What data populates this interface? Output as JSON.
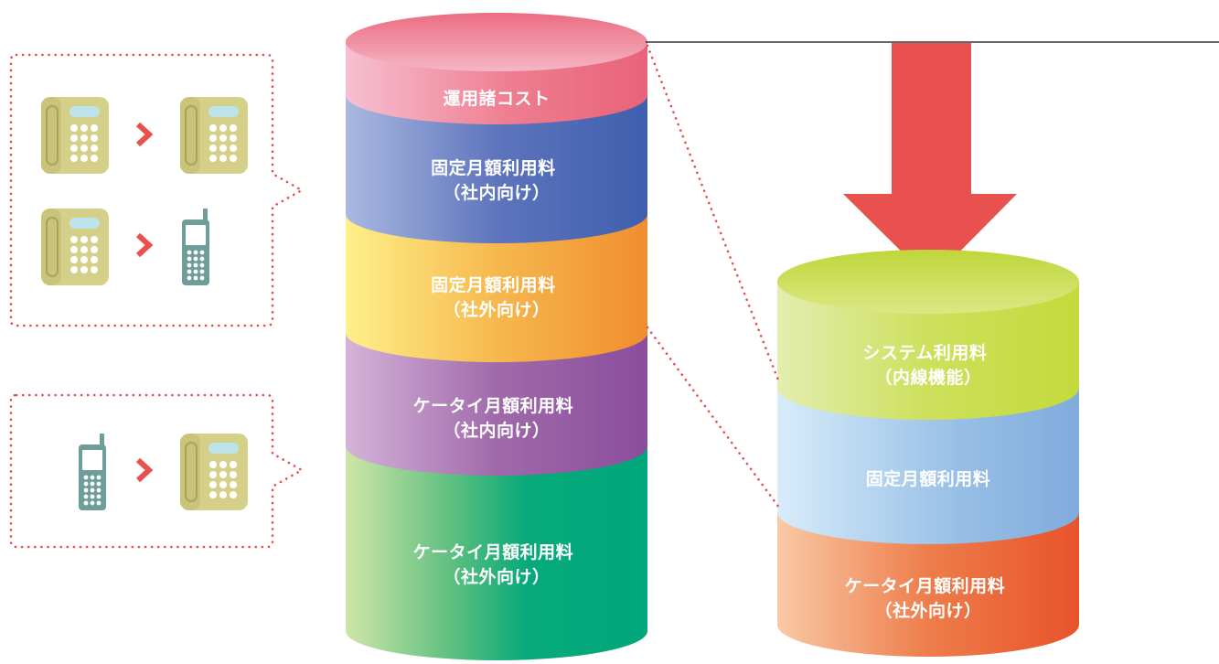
{
  "left_stack": {
    "segments": [
      {
        "lines": [
          "運用諸コスト"
        ]
      },
      {
        "lines": [
          "固定月額利用料",
          "（社内向け）"
        ]
      },
      {
        "lines": [
          "固定月額利用料",
          "（社外向け）"
        ]
      },
      {
        "lines": [
          "ケータイ月額利用料",
          "（社内向け）"
        ]
      },
      {
        "lines": [
          "ケータイ月額利用料",
          "（社外向け）"
        ]
      }
    ]
  },
  "right_stack": {
    "segments": [
      {
        "lines": [
          "システム利用料",
          "（内線機能）"
        ]
      },
      {
        "lines": [
          "固定月額利用料"
        ]
      },
      {
        "lines": [
          "ケータイ月額利用料",
          "（社外向け）"
        ]
      }
    ]
  },
  "callouts": [
    {
      "pairs": [
        [
          "desk-phone",
          "desk-phone"
        ],
        [
          "desk-phone",
          "mobile-phone"
        ]
      ]
    },
    {
      "pairs": [
        [
          "mobile-phone",
          "desk-phone"
        ]
      ]
    }
  ],
  "colors": {
    "accent_red": "#e8514d",
    "dotted": "#e84c4c",
    "desk_phone": "#d4d08a",
    "mobile_phone": "#6f9e9a"
  }
}
